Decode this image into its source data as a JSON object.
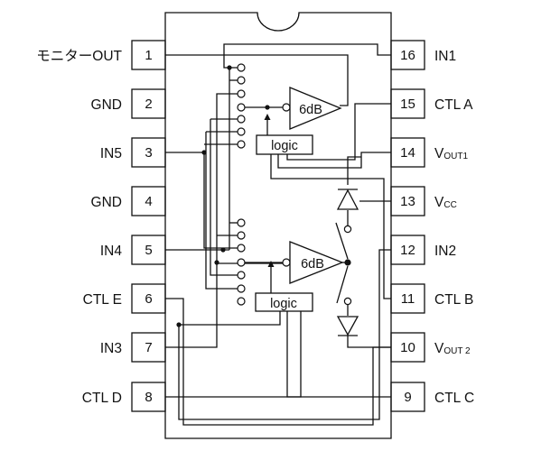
{
  "pins": {
    "left": [
      {
        "num": "1",
        "label": "モニターOUT"
      },
      {
        "num": "2",
        "label": "GND"
      },
      {
        "num": "3",
        "label": "IN5"
      },
      {
        "num": "4",
        "label": "GND"
      },
      {
        "num": "5",
        "label": "IN4"
      },
      {
        "num": "6",
        "label": "CTL E"
      },
      {
        "num": "7",
        "label": "IN3"
      },
      {
        "num": "8",
        "label": "CTL D"
      }
    ],
    "right": [
      {
        "num": "16",
        "label": "IN1"
      },
      {
        "num": "15",
        "label": "CTL A"
      },
      {
        "num": "14",
        "label": "V",
        "sub": "OUT1"
      },
      {
        "num": "13",
        "label": "V",
        "sub": "CC"
      },
      {
        "num": "12",
        "label": "IN2"
      },
      {
        "num": "11",
        "label": "CTL B"
      },
      {
        "num": "10",
        "label": "V",
        "sub": "OUT 2"
      },
      {
        "num": "9",
        "label": "CTL C"
      }
    ]
  },
  "blocks": {
    "amp_top": "6dB",
    "amp_bottom": "6dB",
    "logic_top": "logic",
    "logic_bottom": "logic"
  }
}
